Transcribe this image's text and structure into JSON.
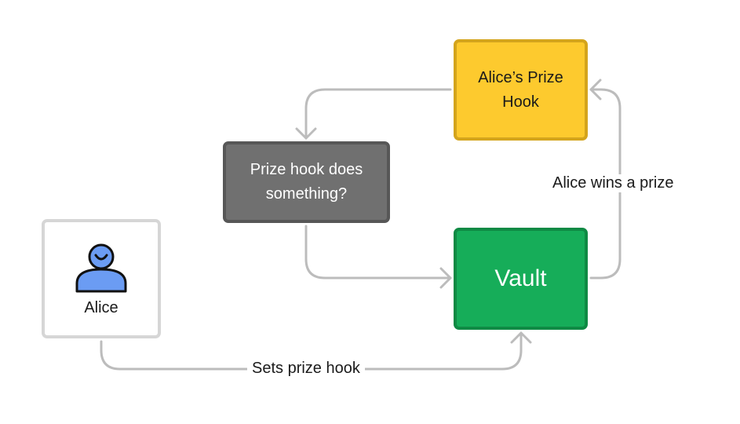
{
  "diagram": {
    "nodes": {
      "prize_hook": {
        "label": "Alice’s Prize\nHook",
        "fill": "#fdca2e"
      },
      "prize_action": {
        "label": "Prize hook does\nsomething?",
        "fill": "#707070"
      },
      "vault": {
        "label": "Vault",
        "fill": "#16ad59"
      },
      "alice": {
        "label": "Alice",
        "icon": "person-icon",
        "icon_color": "#6b9cf3"
      }
    },
    "edges": {
      "wins": {
        "from": "vault",
        "to": "prize_hook",
        "label": "Alice wins a prize"
      },
      "hook_to_action": {
        "from": "prize_hook",
        "to": "prize_action",
        "label": ""
      },
      "action_to_vault": {
        "from": "prize_action",
        "to": "vault",
        "label": ""
      },
      "sets": {
        "from": "alice",
        "to": "vault",
        "label": "Sets prize hook"
      }
    },
    "edge_color": "#bcbcbc"
  }
}
